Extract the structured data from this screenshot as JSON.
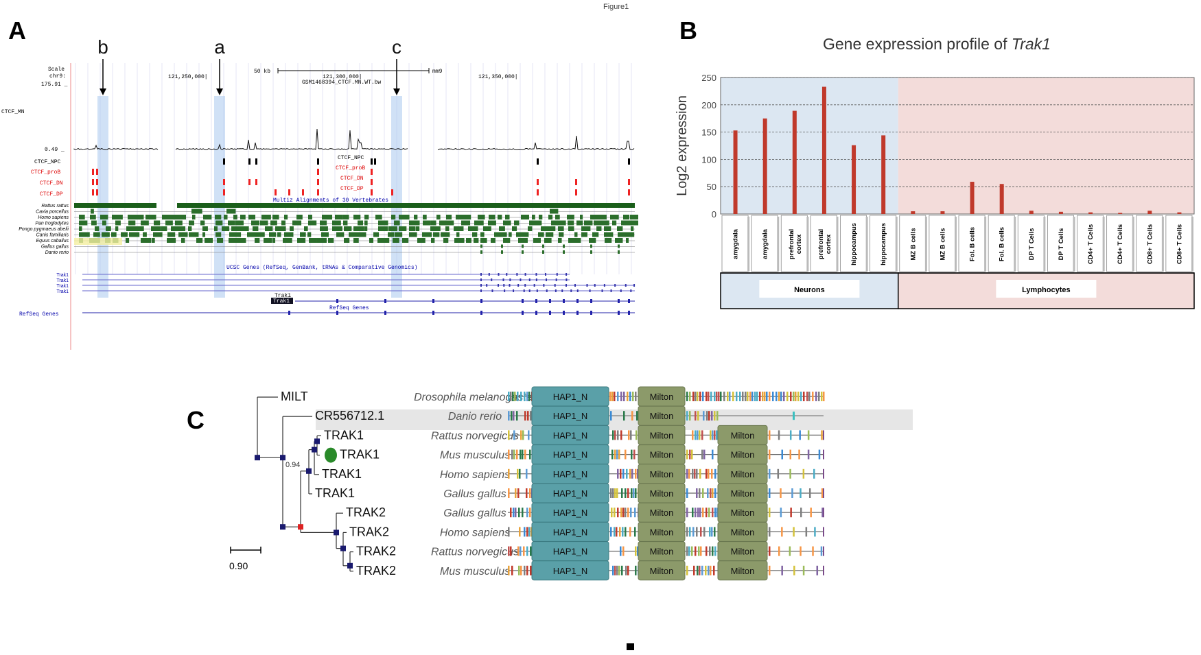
{
  "figure_label": "Figure1",
  "panels": {
    "a": "A",
    "b": "B",
    "c": "C"
  },
  "panelA": {
    "markers": [
      {
        "label": "b",
        "x": 150
      },
      {
        "label": "a",
        "x": 320
      },
      {
        "label": "c",
        "x": 578
      }
    ],
    "scale_label": "Scale",
    "chr_label": "chr9:",
    "max_label": "175.91 _",
    "scale_bar": "50 kb",
    "assembly": "mm9",
    "coords": [
      "121,250,000|",
      "121,300,000|",
      "121,350,000|"
    ],
    "track_title": "GSM1468394_CTCF.MN.WT.bw",
    "track_ctcf_mn": "CTCF_MN",
    "min_label": "0.49 _",
    "ctcf_tracks_left": [
      "CTCF_NPC",
      "CTCF_proB",
      "CTCF_DN",
      "CTCF_DP"
    ],
    "ctcf_tracks_center": [
      "CTCF_NPC",
      "CTCF_proB",
      "CTCF_DN",
      "CTCF_DP"
    ],
    "multiz_title": "Multiz Alignments of 30 Vertebrates",
    "species": [
      "Rattus rattus",
      "Cavia porcellus",
      "Homo sapiens",
      "Pan troglodytes",
      "Pongo pygmaeus abelii",
      "Canis familiaris",
      "Equus caballus",
      "Gallus gallus",
      "Danio rerio"
    ],
    "ucsc_title": "UCSC Genes (RefSeq, GenBank, tRNAs & Comparative Genomics)",
    "genes": [
      "Trak1",
      "Trak1",
      "Trak1",
      "Trak1"
    ],
    "gene_label_center": "Trak1",
    "gene_label_box": "Trak1",
    "refseq_title": "RefSeq Genes",
    "refseq_label": "RefSeq Genes"
  },
  "chart_data": {
    "type": "bar",
    "title_prefix": "Gene expression profile of ",
    "title_italic": "Trak1",
    "ylabel": "Log2 expression",
    "ylim": [
      0,
      250
    ],
    "yticks": [
      0,
      50,
      100,
      150,
      200,
      250
    ],
    "categories": [
      "amygdala",
      "amygdala",
      "prefrontal cortex",
      "prefrontal cortex",
      "hippocampus",
      "hippocampus",
      "MZ B cells",
      "MZ B cells",
      "Fol. B cells",
      "Fol. B cells",
      "DP T Cells",
      "DP T Cells",
      "CD4+ T Cells",
      "CD4+ T Cells",
      "CD8+ T Cells",
      "CD8+ T Cells"
    ],
    "values": [
      153,
      175,
      189,
      233,
      126,
      144,
      5,
      5,
      59,
      55,
      6,
      4,
      3,
      2,
      6,
      3
    ],
    "groups": [
      {
        "name": "Neurons",
        "count": 6,
        "color": "#dce7f2"
      },
      {
        "name": "Lymphocytes",
        "count": 10,
        "color": "#f3dcda"
      }
    ],
    "bar_color": "#c0392b",
    "grid": true
  },
  "panelC": {
    "scale_value": "0.90",
    "node_support": "0.94",
    "rows": [
      {
        "gene": "MILT",
        "species": "Drosophila melanogaster"
      },
      {
        "gene": "CR556712.1",
        "species": "Danio rerio"
      },
      {
        "gene": "TRAK1",
        "species": "Rattus norvegicus"
      },
      {
        "gene": "TRAK1",
        "species": "Mus musculus"
      },
      {
        "gene": "TRAK1",
        "species": "Homo sapiens"
      },
      {
        "gene": "TRAK1",
        "species": "Gallus gallus"
      },
      {
        "gene": "TRAK2",
        "species": "Gallus gallus"
      },
      {
        "gene": "TRAK2",
        "species": "Homo sapiens"
      },
      {
        "gene": "TRAK2",
        "species": "Rattus norvegicus"
      },
      {
        "gene": "TRAK2",
        "species": "Mus musculus"
      }
    ],
    "domain_hap1": "HAP1_N",
    "domain_milton": "Milton"
  }
}
